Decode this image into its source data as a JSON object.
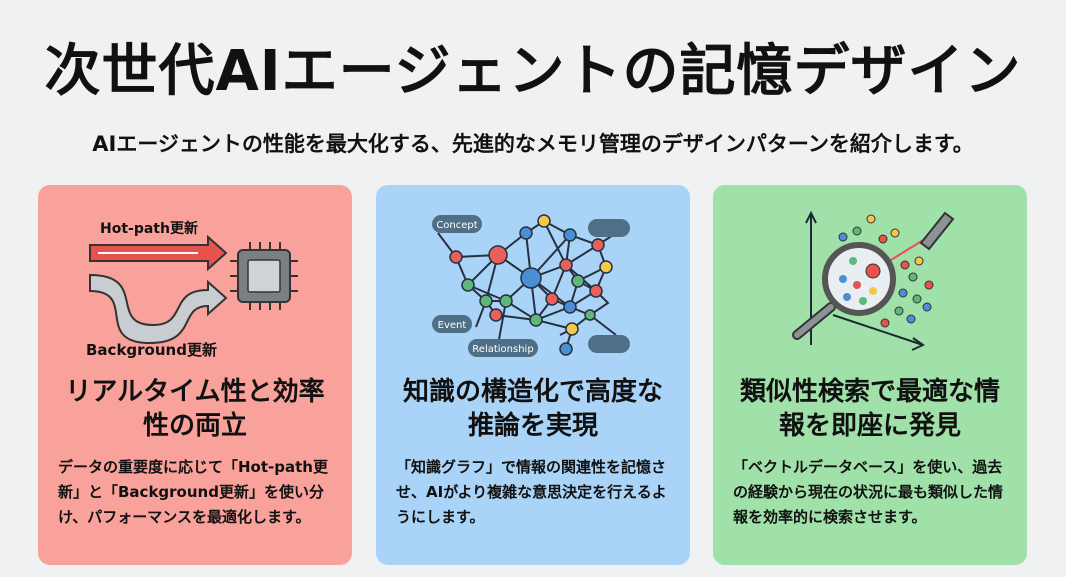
{
  "header": {
    "title": "次世代AIエージェントの記憶デザイン",
    "subtitle": "AIエージェントの性能を最大化する、先進的なメモリ管理のデザインパターンを紹介します。"
  },
  "cards": [
    {
      "title": "リアルタイム性と効率性の両立",
      "body": "データの重要度に応じて「Hot-path更新」と「Background更新」を使い分け、パフォーマンスを最適化します。",
      "labels": {
        "hot": "Hot-path更新",
        "background": "Background更新"
      },
      "color": "#f8a29b"
    },
    {
      "title": "知識の構造化で高度な推論を実現",
      "body": "「知識グラフ」で情報の関連性を記憶させ、AIがより複雑な意思決定を行えるようにします。",
      "labels": {
        "concept": "Concept",
        "event": "Event",
        "relationship": "Relationship"
      },
      "color": "#aad4f7"
    },
    {
      "title": "類似性検索で最適な情報を即座に発見",
      "body": "「ベクトルデータベース」を使い、過去の経験から現在の状況に最も類似した情報を効率的に検索させます。",
      "color": "#a0e0a9"
    }
  ]
}
